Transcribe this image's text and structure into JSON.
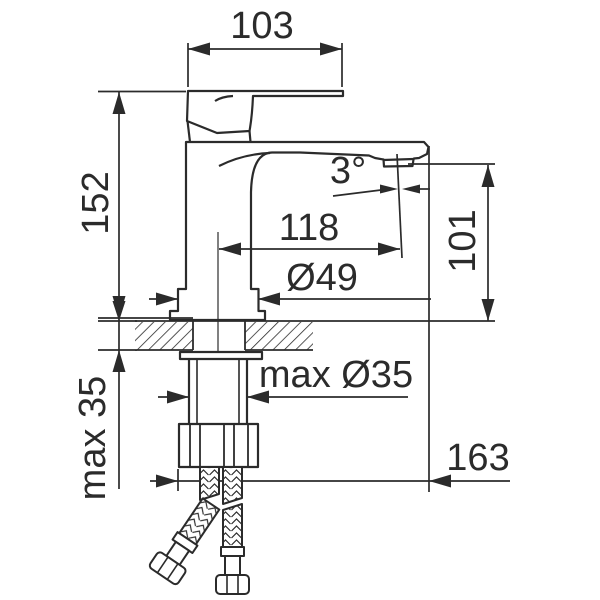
{
  "drawing": {
    "line_color": "#2b2b2b",
    "background": "#ffffff",
    "dimensions": {
      "spout_width_top": "103",
      "total_height": "152",
      "aerator_angle": "3°",
      "spout_reach": "118",
      "spout_height_above_deck": "101",
      "base_diameter": "Ø49",
      "max_mounting_hole_diameter": "max Ø35",
      "max_deck_thickness": "max 35",
      "overall_reach": "163"
    }
  }
}
